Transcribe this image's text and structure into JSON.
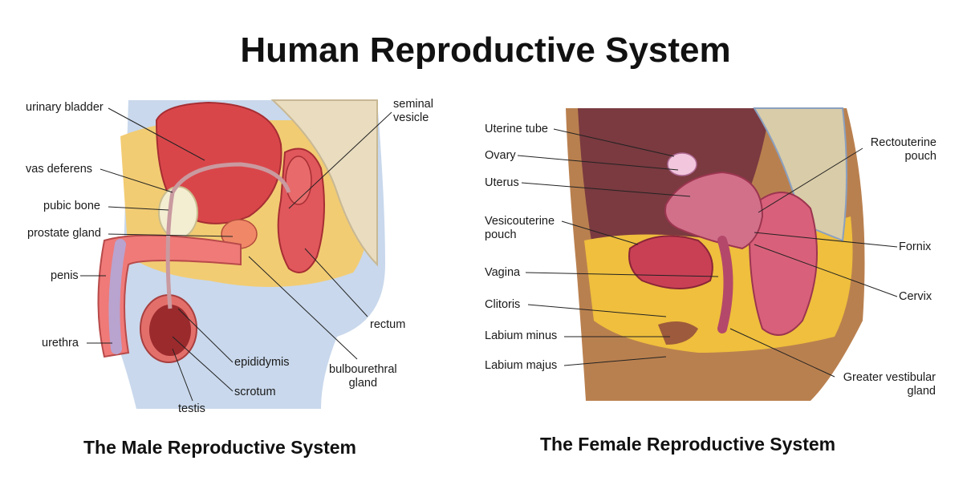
{
  "title": "Human Reproductive System",
  "male": {
    "caption": "The Male Reproductive System",
    "labels": {
      "urinary_bladder": "urinary bladder",
      "vas_deferens": "vas deferens",
      "pubic_bone": "pubic bone",
      "prostate_gland": "prostate gland",
      "penis": "penis",
      "urethra": "urethra",
      "seminal_vesicle": "seminal\nvesicle",
      "rectum": "rectum",
      "bulbourethral_gland": "bulbourethral\ngland",
      "epididymis": "epididymis",
      "scrotum": "scrotum",
      "testis": "testis"
    }
  },
  "female": {
    "caption": "The Female Reproductive System",
    "labels": {
      "uterine_tube": "Uterine tube",
      "ovary": "Ovary",
      "uterus": "Uterus",
      "vesicouterine_pouch": "Vesicouterine\npouch",
      "vagina": "Vagina",
      "clitoris": "Clitoris",
      "labium_minus": "Labium minus",
      "labium_majus": "Labium majus",
      "rectouterine_pouch": "Rectouterine\npouch",
      "fornix": "Fornix",
      "cervix": "Cervix",
      "greater_vestibular_gland": "Greater vestibular\ngland"
    }
  }
}
